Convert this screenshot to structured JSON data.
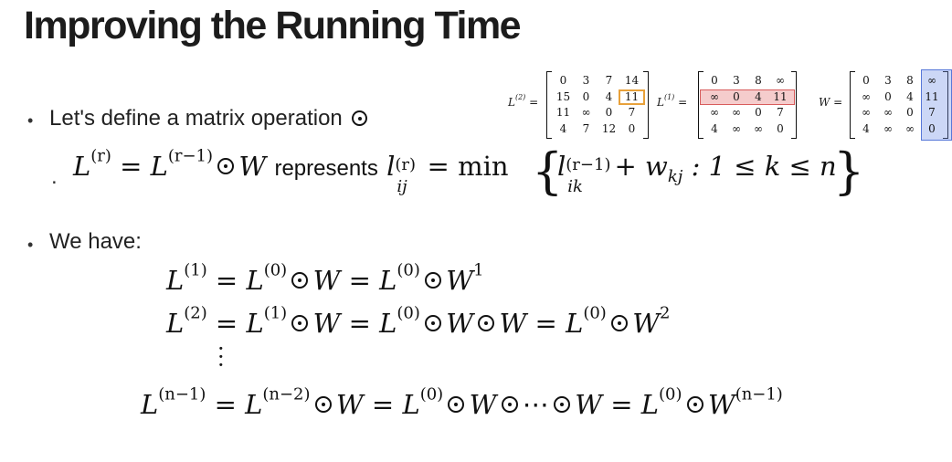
{
  "title": "Improving the Running Time",
  "bullets": {
    "define_op": "Let's define a matrix operation",
    "we_have": "We have:",
    "represents": "represents",
    "min": "min",
    "condition": ": 1 ≤ k ≤ n"
  },
  "matrices": {
    "L2": {
      "label": "L",
      "sup": "(2)",
      "rows": [
        [
          "0",
          "3",
          "7",
          "14"
        ],
        [
          "15",
          "0",
          "4",
          "11"
        ],
        [
          "11",
          "∞",
          "0",
          "7"
        ],
        [
          "4",
          "7",
          "12",
          "0"
        ]
      ]
    },
    "L1": {
      "label": "L",
      "sup": "(1)",
      "rows": [
        [
          "0",
          "3",
          "8",
          "∞"
        ],
        [
          "∞",
          "0",
          "4",
          "11"
        ],
        [
          "∞",
          "∞",
          "0",
          "7"
        ],
        [
          "4",
          "∞",
          "∞",
          "0"
        ]
      ]
    },
    "W": {
      "label": "W",
      "rows": [
        [
          "0",
          "3",
          "8",
          "∞"
        ],
        [
          "∞",
          "0",
          "4",
          "11"
        ],
        [
          "∞",
          "∞",
          "0",
          "7"
        ],
        [
          "4",
          "∞",
          "∞",
          "0"
        ]
      ]
    }
  },
  "highlight_colors": {
    "orange": "#e8a13a",
    "red": "#d85c5c",
    "blue": "#5878d8"
  },
  "equations": {
    "eq1": {
      "s1": "(1)",
      "s2": "(0)",
      "s3": "(0)",
      "s4": "1"
    },
    "eq2": {
      "s1": "(2)",
      "s2": "(1)",
      "s3": "(0)",
      "s4": "(0)",
      "s5": "2"
    },
    "eq3": {
      "s1": "(n−1)",
      "s2": "(n−2)",
      "s3": "(0)",
      "s4": "(0)",
      "s5": "(n−1)"
    },
    "def": {
      "s1": "(r)",
      "s2": "(r−1)",
      "s3": "(r)",
      "sub3": "ij",
      "s4": "(r−1)",
      "sub4": "ik",
      "sub5": "kj"
    }
  }
}
